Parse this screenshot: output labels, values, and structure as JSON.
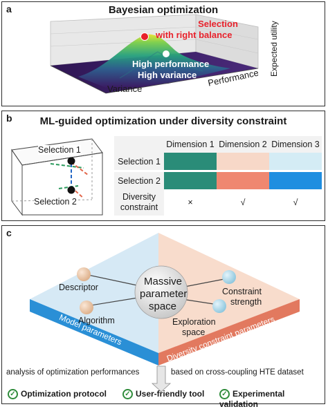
{
  "panel_a": {
    "letter": "a",
    "title": "Bayesian optimization",
    "annot_selection_line1": "Selection",
    "annot_selection_line2": "with right balance",
    "annot_high_line1": "High performance",
    "annot_high_line2": "High variance",
    "axis_variance": "Variance",
    "axis_performance": "Performance",
    "axis_utility": "Expected utility",
    "colors": {
      "selection_text": "#e8212b",
      "marker": "#e8212b"
    }
  },
  "panel_b": {
    "letter": "b",
    "title": "ML-guided optimization under diversity constraint",
    "cube_label_1": "Selection 1",
    "cube_label_2": "Selection 2",
    "table": {
      "columns": [
        "Dimension 1",
        "Dimension 2",
        "Dimension 3"
      ],
      "rows": [
        {
          "label": "Selection 1",
          "colors": [
            "#2a8c78",
            "#f7d8c8",
            "#d4ecf5"
          ]
        },
        {
          "label": "Selection 2",
          "colors": [
            "#2a8c78",
            "#ef8770",
            "#1f8ee0"
          ]
        }
      ],
      "constraint_label_line1": "Diversity",
      "constraint_label_line2": "constraint",
      "constraint_marks": [
        "×",
        "√",
        "√"
      ]
    }
  },
  "panel_c": {
    "letter": "c",
    "center_line1": "Massive",
    "center_line2": "parameter",
    "center_line3": "space",
    "descriptor": "Descriptor",
    "algorithm": "Algorithm",
    "constraint_line1": "Constraint",
    "constraint_line2": "strength",
    "exploration_line1": "Exploration",
    "exploration_line2": "space",
    "left_band": "Model parameters",
    "right_band": "Diversity constraint parameters",
    "bottom_left": "analysis of optimization performances",
    "bottom_right": "based on cross-coupling HTE dataset",
    "checks": [
      "Optimization protocol",
      "User-friendly tool",
      "Experimental validation"
    ],
    "colors": {
      "left_band": "#2a8fd6",
      "right_band": "#e2795f",
      "left_face": "#d6e9f5",
      "right_face": "#f8dccc"
    }
  }
}
